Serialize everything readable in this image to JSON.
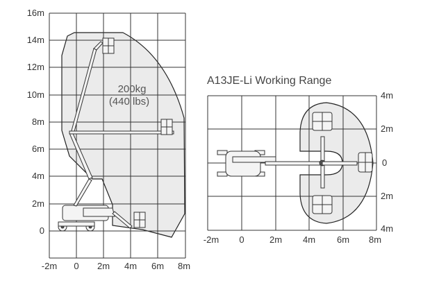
{
  "side_view": {
    "y_ticks": [
      "16m",
      "14m",
      "12m",
      "10m",
      "8m",
      "6m",
      "4m",
      "2m",
      "0"
    ],
    "x_ticks": [
      "-2m",
      "0",
      "2m",
      "4m",
      "6m",
      "8m"
    ],
    "capacity_kg": "200kg",
    "capacity_lbs": "(440 lbs)"
  },
  "top_view": {
    "title": "A13JE-Li Working Range",
    "y_ticks": [
      "4m",
      "2m",
      "0",
      "2m",
      "4m"
    ],
    "x_ticks": [
      "-2m",
      "0",
      "2m",
      "4m",
      "6m",
      "8m"
    ]
  },
  "colors": {
    "envelope": "#ebebeb",
    "grid": "#333333"
  }
}
